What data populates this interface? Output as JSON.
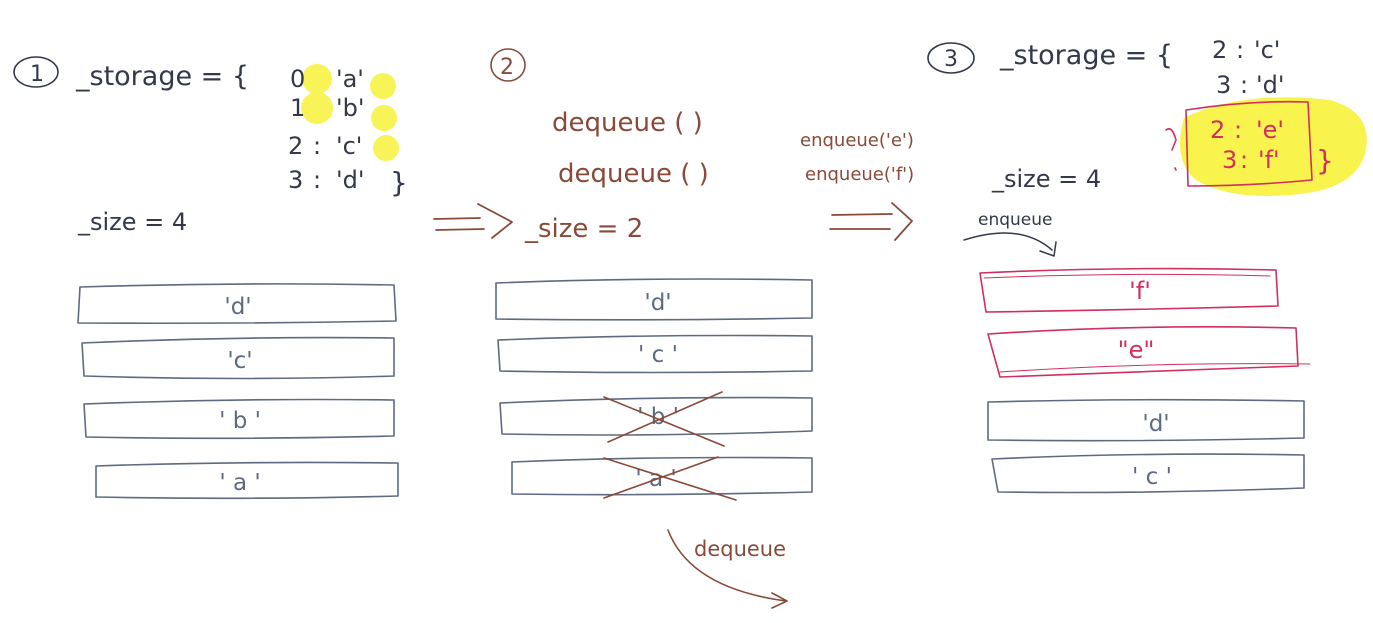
{
  "colors": {
    "ink_dark": "#33394a",
    "ink_brown": "#8a4a3a",
    "ink_pink": "#d1305e",
    "box_stroke": "#5e6a80",
    "highlight": "#f7f23a"
  },
  "step1": {
    "number": "1",
    "storage_label": "_storage = {",
    "entries": [
      {
        "key": "0",
        "value": "'a'"
      },
      {
        "key": "1",
        "value": "'b'"
      },
      {
        "key": "2",
        "value": "'c'"
      },
      {
        "key": "3",
        "value": "'d'"
      }
    ],
    "close_brace": "}",
    "size_label": "_size = 4",
    "stack": [
      "'d'",
      "'c'",
      "' b '",
      "' a '"
    ]
  },
  "arrow1": "=>",
  "step2": {
    "number": "2",
    "ops": [
      "dequeue ( )",
      "dequeue ( )"
    ],
    "size_label": "_size = 2",
    "stack": [
      "'d'",
      "' c '",
      "' b '",
      "' a '"
    ],
    "crossed": [
      false,
      false,
      true,
      true
    ],
    "dequeue_note": "dequeue"
  },
  "arrow2": {
    "ops": [
      "enqueue('e')",
      "enqueue('f')"
    ],
    "symbol": "=>"
  },
  "step3": {
    "number": "3",
    "storage_label": "_storage = {",
    "entries": [
      {
        "key": "2",
        "value": "'c'"
      },
      {
        "key": "3",
        "value": "'d'"
      },
      {
        "key": "2",
        "value": "'e'"
      },
      {
        "key": "3",
        "value": "'f'"
      }
    ],
    "close_brace": "}",
    "size_label": "_size = 4",
    "enqueue_note": "enqueue",
    "stack": [
      "'f'",
      "\"e\"",
      "'d'",
      "' c '"
    ]
  }
}
